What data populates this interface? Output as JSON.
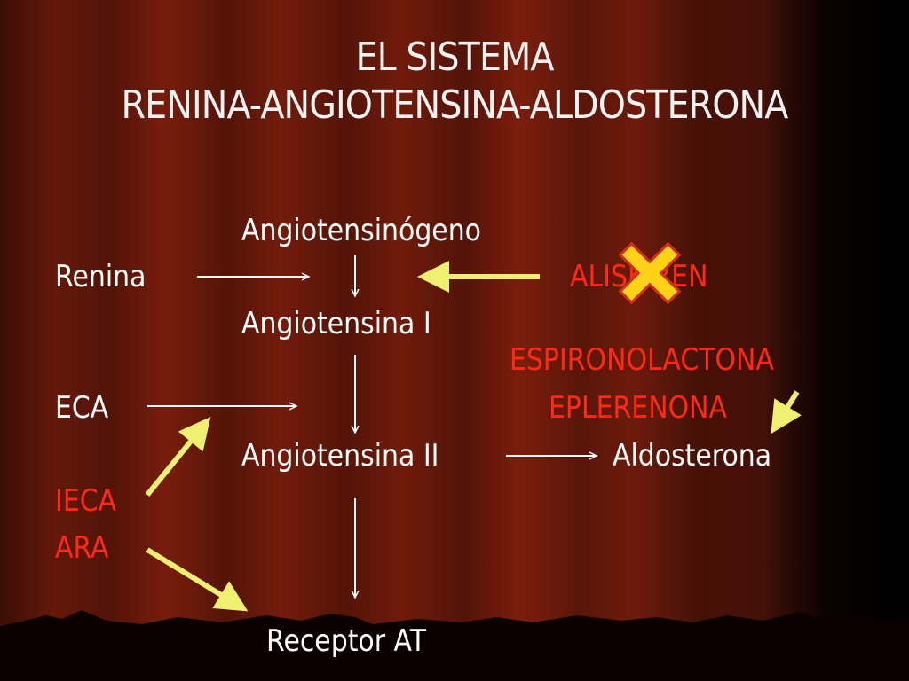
{
  "title": {
    "line1": "EL SISTEMA",
    "line2": "RENINA-ANGIOTENSINA-ALDOSTERONA"
  },
  "pathway": {
    "angiotensinogen": "Angiotensinógeno",
    "angiotensin_i": "Angiotensina I",
    "angiotensin_ii": "Angiotensina II",
    "aldosterone": "Aldosterona",
    "receptor": "Receptor AT"
  },
  "enzymes": {
    "renin": "Renina",
    "ace": "ECA"
  },
  "inhibitors": {
    "aliskiren": "ALISKIREN",
    "spironolactone": "ESPIRONOLACTONA",
    "eplerenone": "EPLERENONA",
    "acei": "IECA",
    "arb": "ARA"
  },
  "colors": {
    "text": "#ffffff",
    "inhibitor_text": "#ff2a12",
    "block_arrow": "#f0f070",
    "cross_fill": "#ffd21a",
    "cross_outline": "#d0301a",
    "ground": "#0a0000"
  }
}
